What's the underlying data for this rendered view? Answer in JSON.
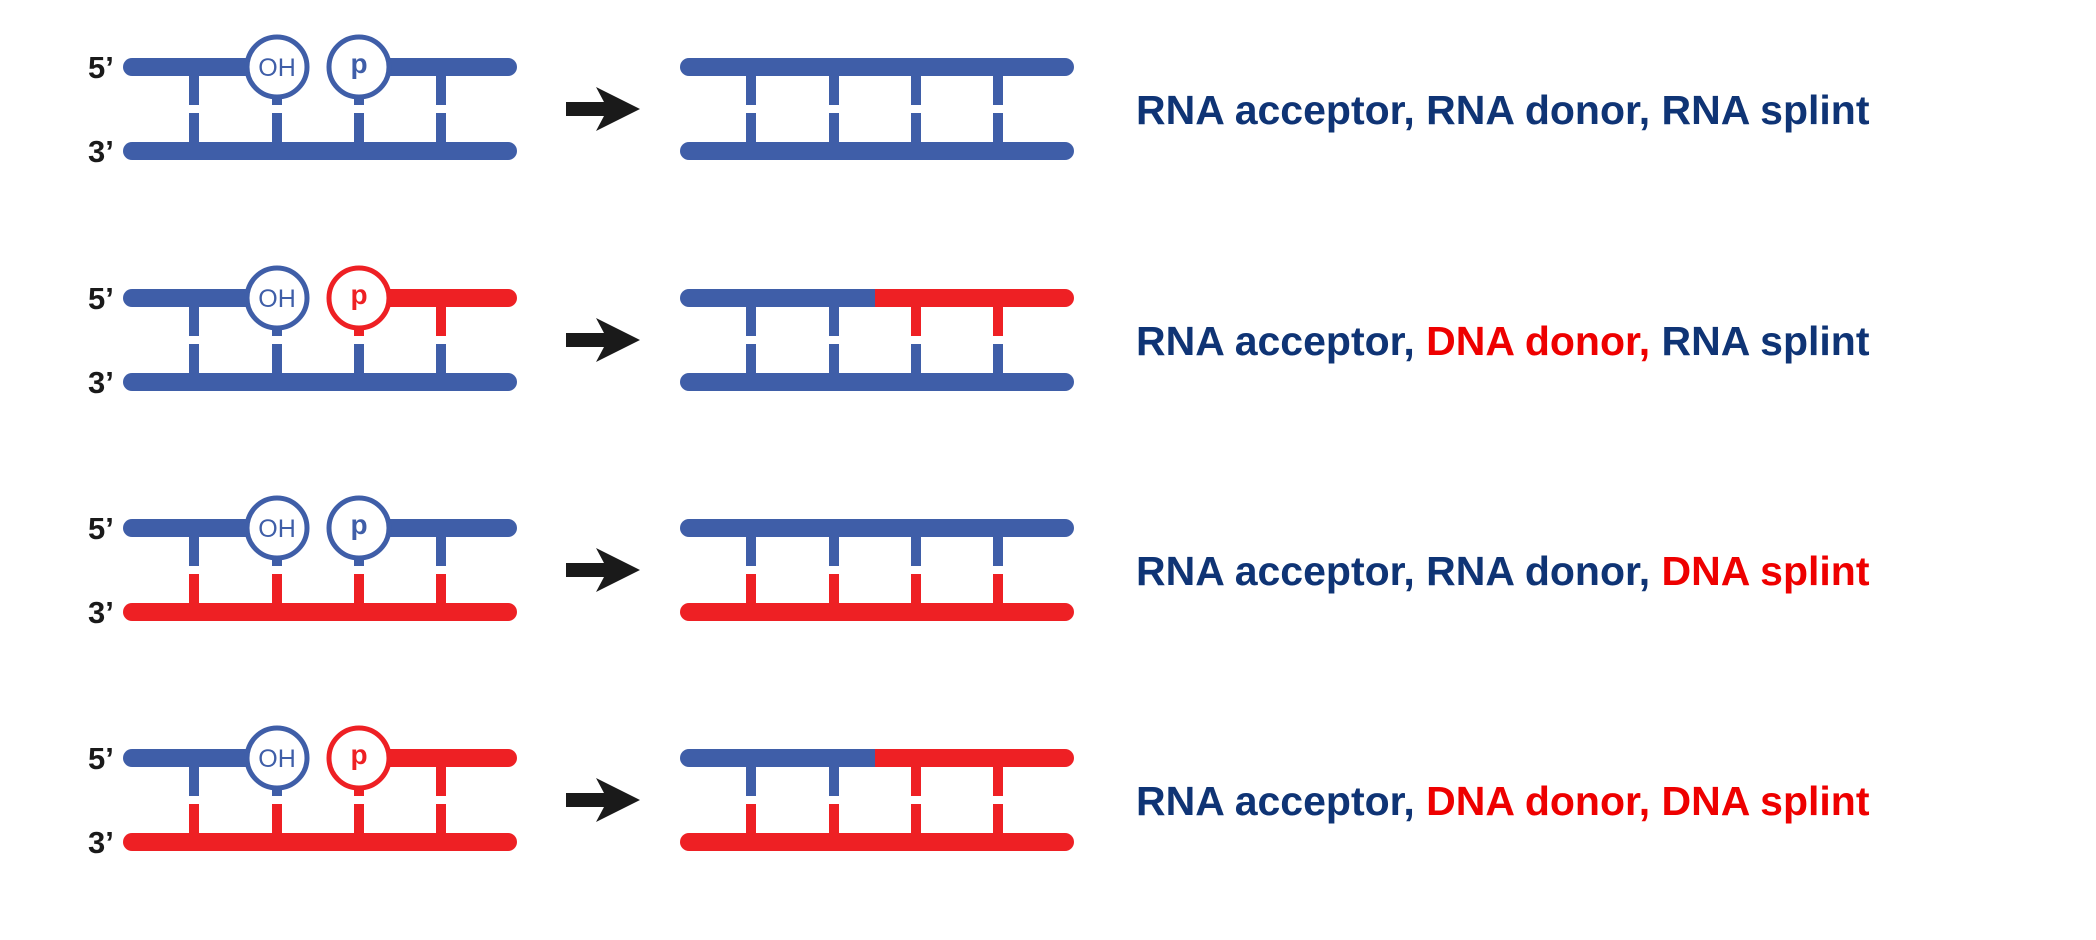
{
  "colors": {
    "rna": "#3f5ea8",
    "dna": "#ee2024",
    "caption_rna": "#0f3475",
    "caption_dna": "#ee0000",
    "arrow": "#1a1a1a"
  },
  "labels": {
    "five_prime": "5’",
    "three_prime": "3’",
    "hydroxyl": "OH",
    "phosphate": "p"
  },
  "rows": [
    {
      "acceptor": "RNA",
      "donor": "RNA",
      "splint": "RNA",
      "caption": [
        {
          "text": "RNA acceptor, RNA donor, RNA splint",
          "kind": "rna"
        }
      ]
    },
    {
      "acceptor": "RNA",
      "donor": "DNA",
      "splint": "RNA",
      "caption": [
        {
          "text": "RNA acceptor, ",
          "kind": "rna"
        },
        {
          "text": "DNA donor, ",
          "kind": "dna"
        },
        {
          "text": "RNA splint",
          "kind": "rna"
        }
      ]
    },
    {
      "acceptor": "RNA",
      "donor": "RNA",
      "splint": "DNA",
      "caption": [
        {
          "text": "RNA acceptor, RNA donor, ",
          "kind": "rna"
        },
        {
          "text": "DNA splint",
          "kind": "dna"
        }
      ]
    },
    {
      "acceptor": "RNA",
      "donor": "DNA",
      "splint": "DNA",
      "caption": [
        {
          "text": "RNA acceptor, ",
          "kind": "rna"
        },
        {
          "text": "DNA donor, DNA splint",
          "kind": "dna"
        }
      ]
    }
  ]
}
